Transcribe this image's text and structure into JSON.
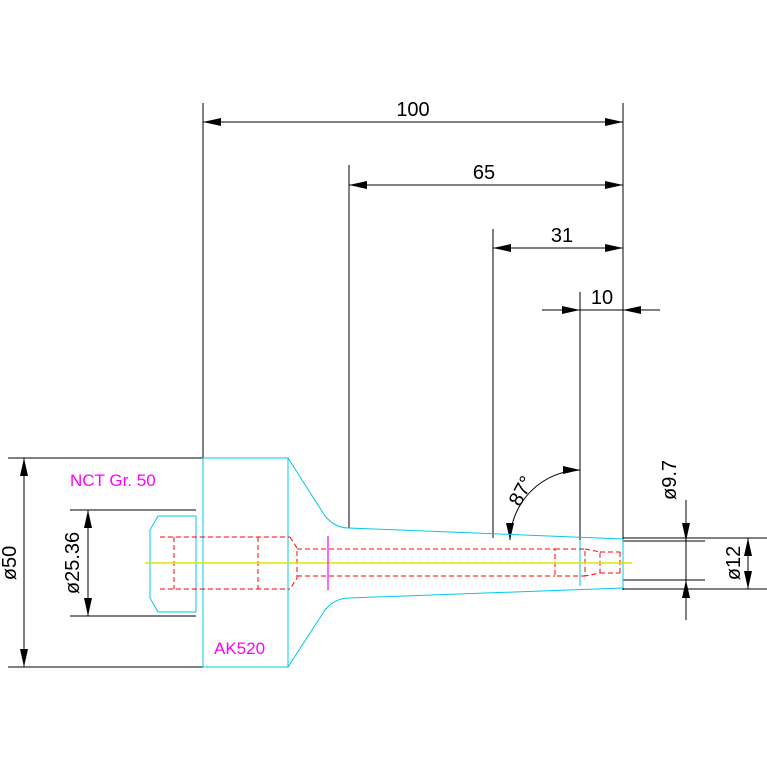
{
  "dimensions": {
    "d100": "100",
    "d65": "65",
    "d31": "31",
    "d10": "10",
    "angle": "87°",
    "dia97": "ø9.7",
    "dia12": "ø12",
    "dia50": "ø50",
    "dia2536": "ø25.36"
  },
  "labels": {
    "holder": "NCT Gr. 50",
    "part": "AK520"
  },
  "colors": {
    "outline": "#00c8e6",
    "hidden": "#ff0000",
    "centerline": "#e6e600",
    "annotation": "#ff00ff",
    "dimension": "#000000"
  }
}
